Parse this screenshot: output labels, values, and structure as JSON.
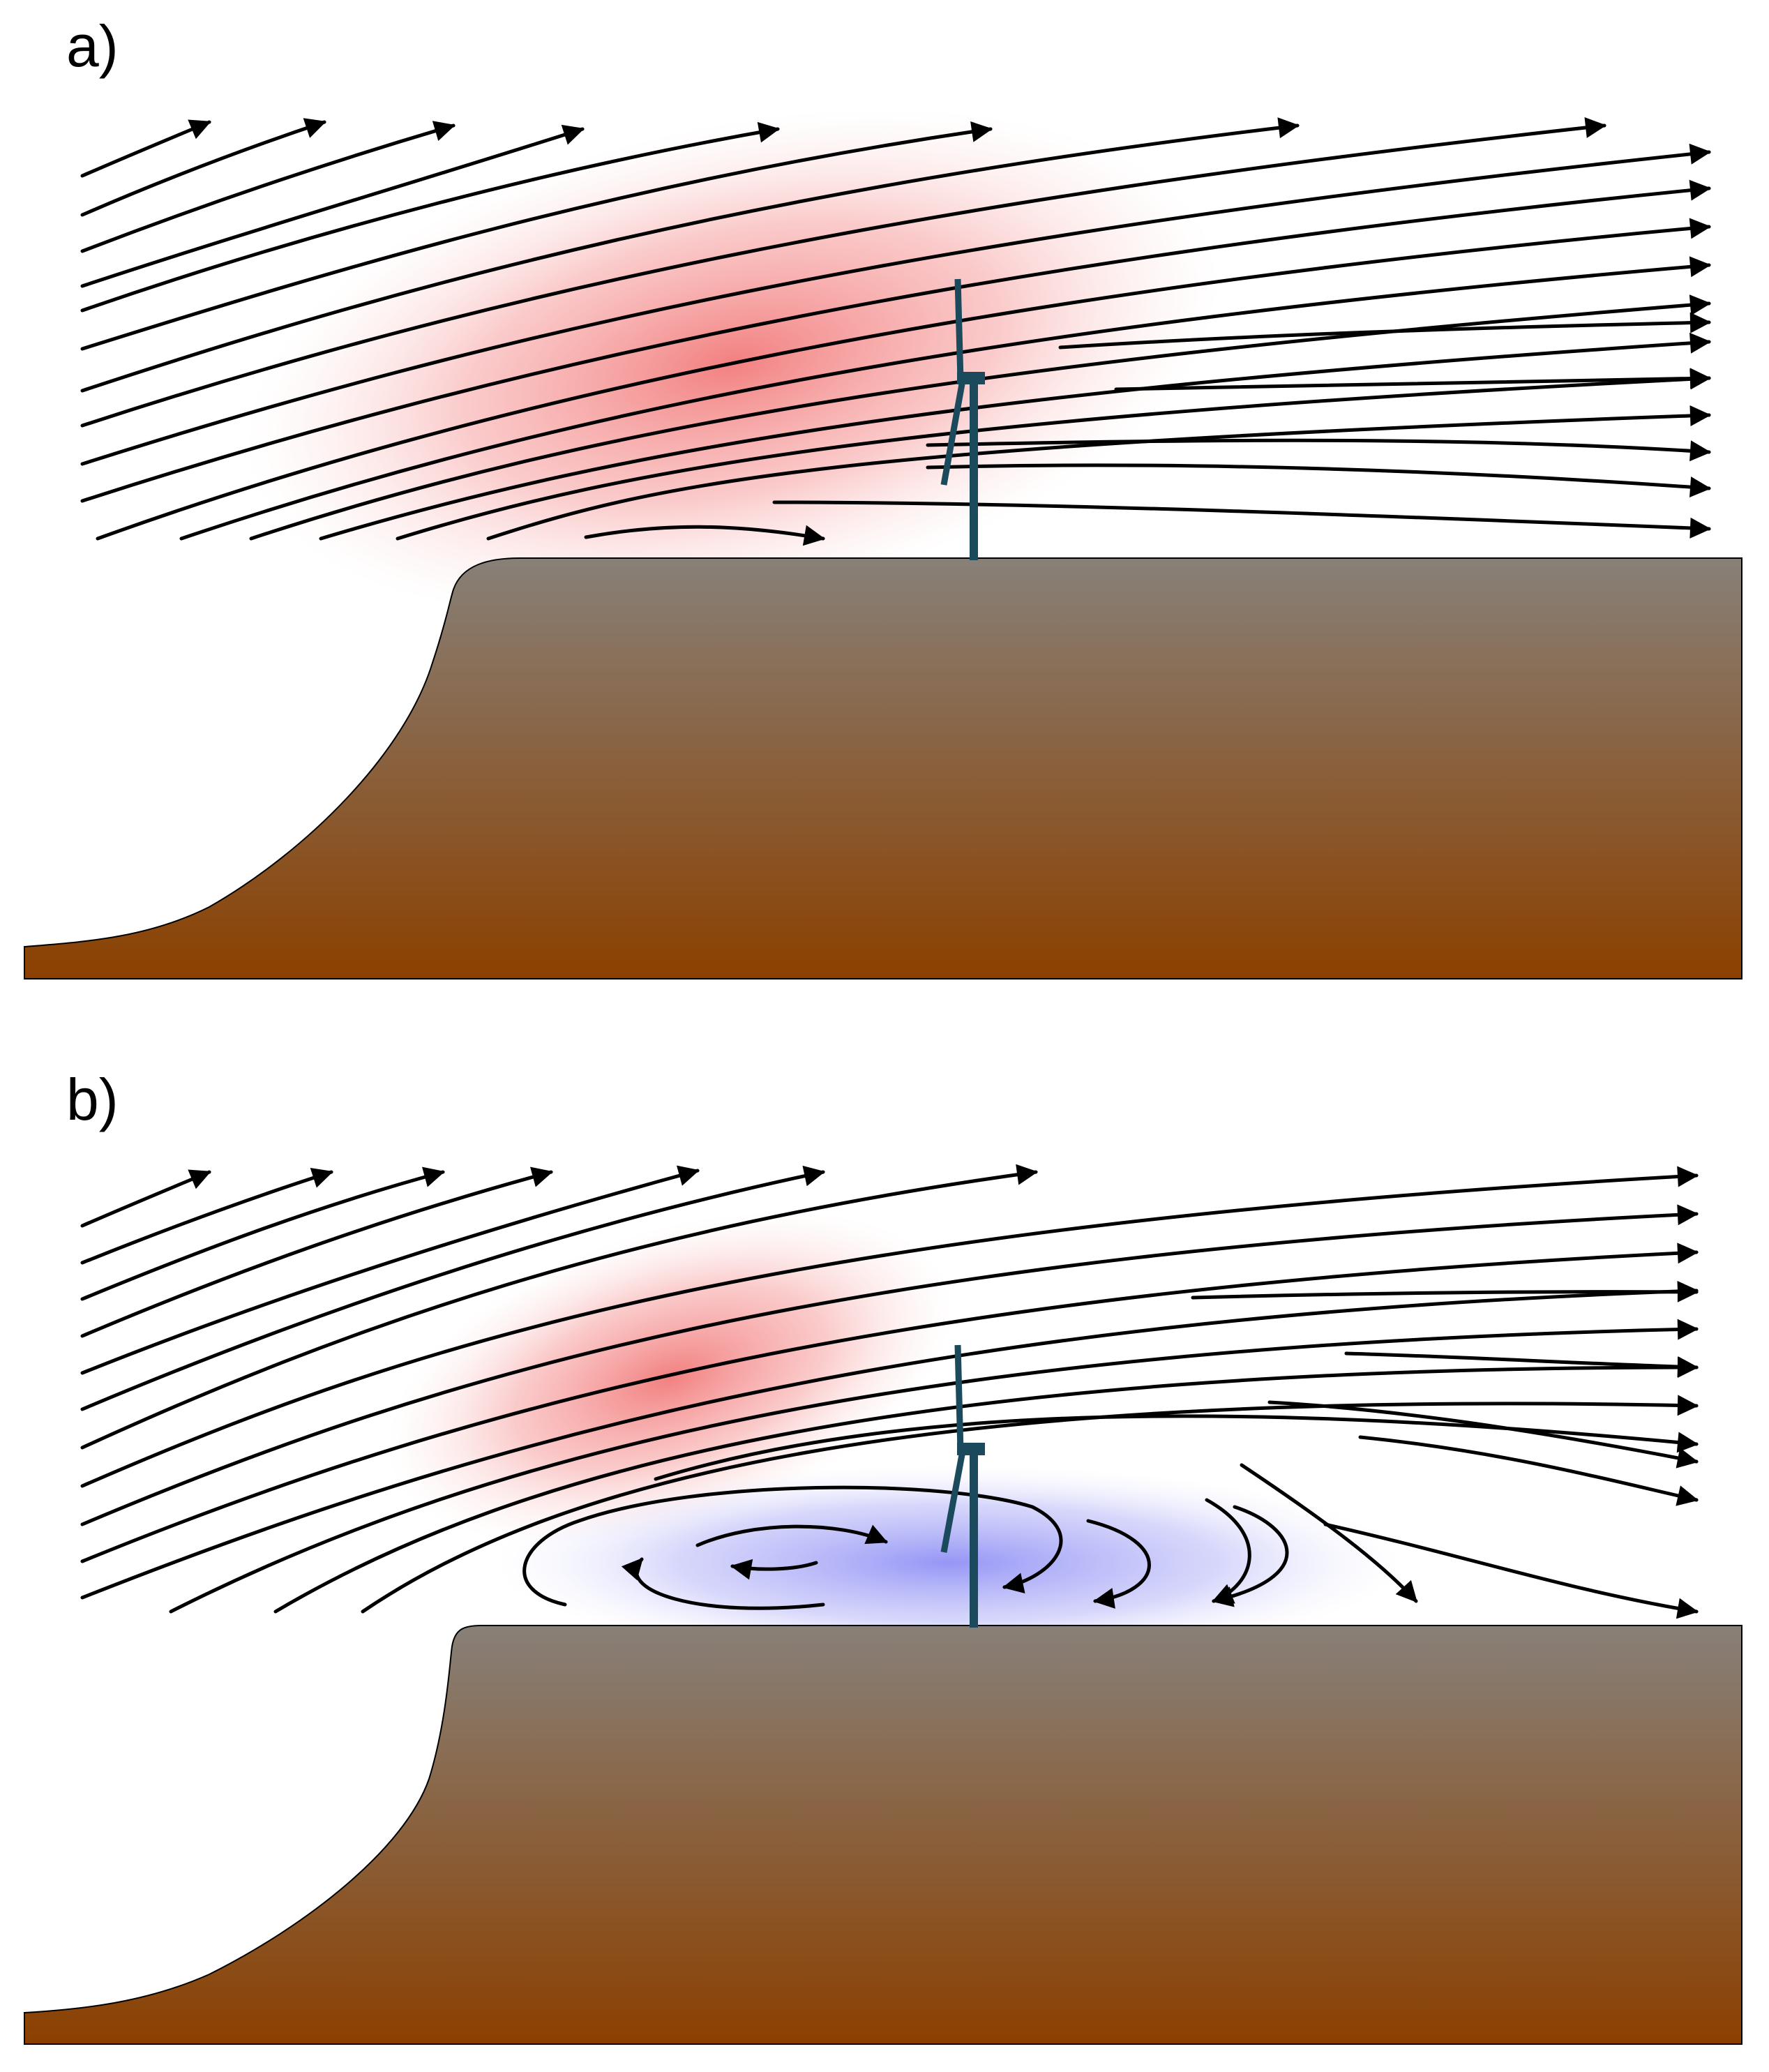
{
  "panels": [
    {
      "id": "a",
      "label": "a)",
      "flow_regime": "attached",
      "has_recirculation": false
    },
    {
      "id": "b",
      "label": "b)",
      "flow_regime": "separated",
      "has_recirculation": true
    }
  ],
  "colors": {
    "terrain_top": "#888078",
    "terrain_bottom": "#8b4000",
    "terrain_outline": "#000000",
    "turbine": "#1a4a5c",
    "acceleration_zone": "#f06a6a",
    "recirculation_zone": "#8a8af5",
    "streamline": "#000000",
    "background": "#ffffff"
  },
  "icons": {
    "turbine": "wind-turbine-icon",
    "streamline_head": "arrowhead-icon"
  }
}
